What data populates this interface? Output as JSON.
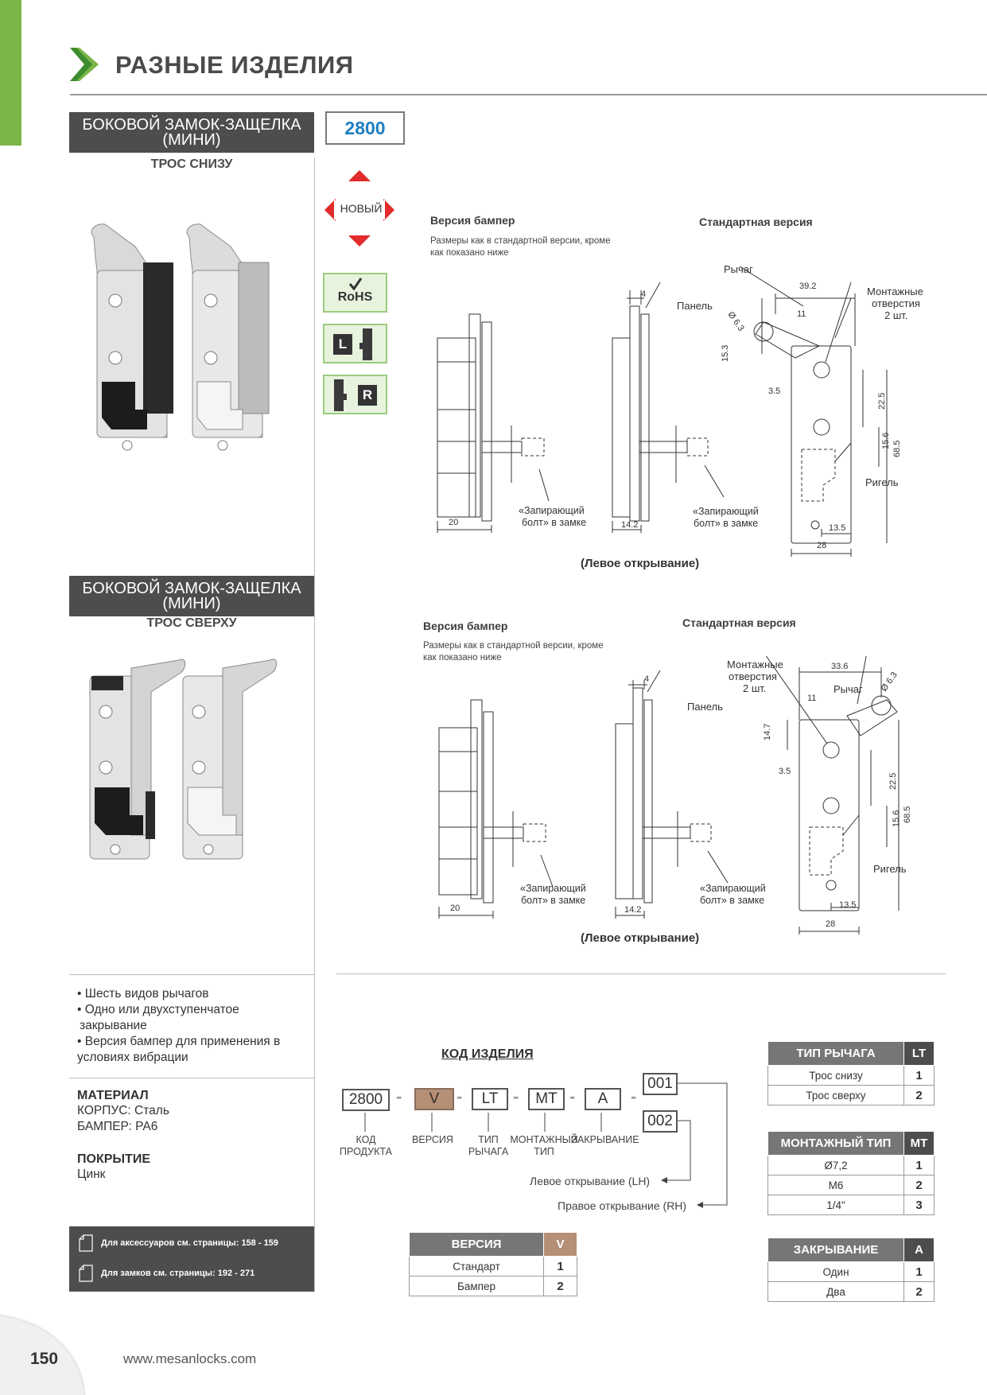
{
  "header": {
    "title": "РАЗНЫЕ ИЗДЕЛИЯ",
    "product_code": "2800"
  },
  "product1": {
    "title_line1": "БОКОВОЙ ЗАМОК-ЗАЩЕЛКА",
    "title_line2": "(МИНИ)",
    "subtitle": "ТРОС СНИЗУ"
  },
  "product2": {
    "title_line1": "БОКОВОЙ ЗАМОК-ЗАЩЕЛКА",
    "title_line2": "(МИНИ)",
    "subtitle": "ТРОС СВЕРХУ"
  },
  "badges": {
    "new": "НОВЫЙ",
    "rohs": "RoHS",
    "left": "L",
    "right": "R"
  },
  "drawing1": {
    "bumper_title": "Версия бампер",
    "bumper_note_line1": "Размеры как в стандартной версии, кроме",
    "bumper_note_line2": "как показано ниже",
    "standard_title": "Стандартная версия",
    "lever": "Рычаг",
    "panel": "Панель",
    "mount_line1": "Монтажные",
    "mount_line2": "отверстия",
    "mount_line3": "2 шт.",
    "bolt_line1": "«Запирающий",
    "bolt_line2": "болт» в замке",
    "rigel": "Ригель",
    "caption": "(Левое открывание)",
    "dims": {
      "d39_2": "39.2",
      "d11": "11",
      "d6_3": "Ø 6.3",
      "d15_3": "15.3",
      "d3_5": "3.5",
      "d22_5": "22.5",
      "d68_5": "68.5",
      "d15_6": "15.6",
      "d13_5": "13.5",
      "d28": "28",
      "d4": "4",
      "d20": "20",
      "d14_2": "14.2"
    }
  },
  "drawing2": {
    "bumper_title": "Версия бампер",
    "bumper_note_line1": "Размеры как в стандартной версии, кроме",
    "bumper_note_line2": "как показано ниже",
    "standard_title": "Стандартная версия",
    "lever": "Рычаг",
    "panel": "Панель",
    "mount_line1": "Монтажные",
    "mount_line2": "отверстия",
    "mount_line3": "2 шт.",
    "bolt_line1": "«Запирающий",
    "bolt_line2": "болт» в замке",
    "rigel": "Ригель",
    "caption": "(Левое открывание)",
    "dims": {
      "d33_6": "33.6",
      "d11": "11",
      "d6_3": "Ø 6.3",
      "d14_7": "14.7",
      "d3_5": "3.5",
      "d22_5": "22.5",
      "d68_5": "68.5",
      "d15_6": "15.6",
      "d13_5": "13.5",
      "d28": "28",
      "d4": "4",
      "d20": "20",
      "d14_2": "14.2"
    }
  },
  "features": [
    "• Шесть видов рычагов",
    "• Одно или двухступенчатое",
    "закрывание",
    "• Версия бампер для применения в",
    "условиях вибрации"
  ],
  "material": {
    "head": "МАТЕРИАЛ",
    "body": "КОРПУС: Сталь",
    "bumper": "БАМПЕР: PA6"
  },
  "coating": {
    "head": "ПОКРЫТИЕ",
    "value": "Цинк"
  },
  "info": {
    "accessories": "Для аксессуаров см. страницы: 158 - 159",
    "locks": "Для замков см. страницы: 192 - 271"
  },
  "order_code": {
    "title": "КОД ИЗДЕЛИЯ",
    "cells": {
      "product": "2800",
      "version": "V",
      "lever": "LT",
      "mount": "MT",
      "closing": "A",
      "lh": "001",
      "rh": "002"
    },
    "labels": {
      "product_line1": "КОД",
      "product_line2": "ПРОДУКТА",
      "version": "ВЕРСИЯ",
      "lever_line1": "ТИП",
      "lever_line2": "РЫЧАГА",
      "mount_line1": "МОНТАЖНЫЙ",
      "mount_line2": "ТИП",
      "closing": "ЗАКРЫВАНИЕ"
    },
    "left_opening": "Левое открывание (LH)",
    "right_opening": "Правое открывание (RH)"
  },
  "tables": {
    "version": {
      "head": "ВЕРСИЯ",
      "code": "V",
      "rows": [
        {
          "label": "Стандарт",
          "value": "1"
        },
        {
          "label": "Бампер",
          "value": "2"
        }
      ]
    },
    "lever": {
      "head": "ТИП РЫЧАГА",
      "code": "LT",
      "rows": [
        {
          "label": "Трос снизу",
          "value": "1"
        },
        {
          "label": "Трос сверху",
          "value": "2"
        }
      ]
    },
    "mount": {
      "head": "МОНТАЖНЫЙ ТИП",
      "code": "MT",
      "rows": [
        {
          "label": "Ø7,2",
          "value": "1"
        },
        {
          "label": "M6",
          "value": "2"
        },
        {
          "label": "1/4\"",
          "value": "3"
        }
      ]
    },
    "closing": {
      "head": "ЗАКРЫВАНИЕ",
      "code": "A",
      "rows": [
        {
          "label": "Один",
          "value": "1"
        },
        {
          "label": "Два",
          "value": "2"
        }
      ]
    }
  },
  "footer": {
    "page": "150",
    "url": "www.mesanlocks.com"
  }
}
